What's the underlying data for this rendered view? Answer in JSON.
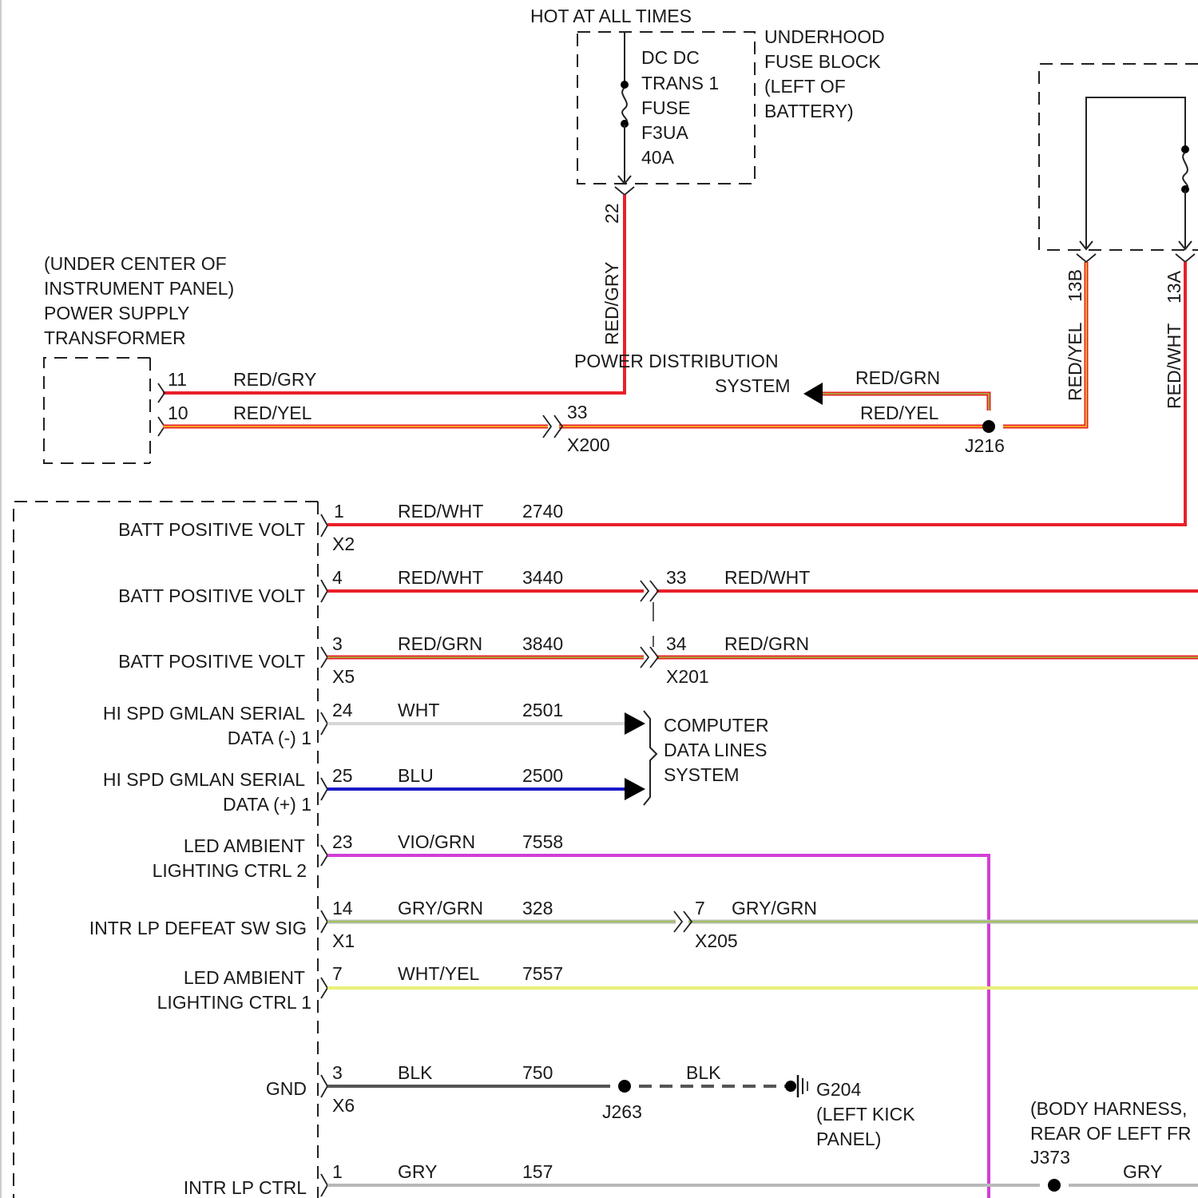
{
  "fuse_block": {
    "hot_label": "HOT AT ALL TIMES",
    "fuse_lines": [
      "DC DC",
      "TRANS 1",
      "FUSE",
      "F3UA",
      "40A"
    ],
    "location_lines": [
      "UNDERHOOD",
      "FUSE BLOCK",
      "(LEFT OF",
      "BATTERY)"
    ],
    "pin": "22",
    "wire_color": "RED/GRY"
  },
  "transformer": {
    "label_lines": [
      "(UNDER CENTER OF",
      "INSTRUMENT PANEL)",
      "POWER SUPPLY",
      "TRANSFORMER"
    ],
    "pins": [
      {
        "pin": "11",
        "color": "RED/GRY"
      },
      {
        "pin": "10",
        "color": "RED/YEL"
      }
    ]
  },
  "power_distribution": {
    "label_lines": [
      "POWER DISTRIBUTION",
      "SYSTEM"
    ],
    "wire_color": "RED/GRN"
  },
  "x200": {
    "pin": "33",
    "name": "X200",
    "right_color": "RED/YEL"
  },
  "splice_j216": "J216",
  "fuse_right": [
    {
      "pin": "13B",
      "color": "RED/YEL"
    },
    {
      "pin": "13A",
      "color": "RED/WHT"
    }
  ],
  "module": {
    "rows": [
      {
        "label_lines": [
          "BATT POSITIVE VOLT"
        ],
        "pin": "1",
        "color": "RED/WHT",
        "circuit": "2740",
        "connector": "X2",
        "far_pin": "",
        "far_color": "",
        "far_connector": ""
      },
      {
        "label_lines": [
          "BATT POSITIVE VOLT"
        ],
        "pin": "4",
        "color": "RED/WHT",
        "circuit": "3440",
        "connector": "",
        "far_pin": "33",
        "far_color": "RED/WHT",
        "far_connector": ""
      },
      {
        "label_lines": [
          "BATT POSITIVE VOLT"
        ],
        "pin": "3",
        "color": "RED/GRN",
        "circuit": "3840",
        "connector": "X5",
        "far_pin": "34",
        "far_color": "RED/GRN",
        "far_connector": "X201"
      },
      {
        "label_lines": [
          "HI SPD GMLAN SERIAL",
          "DATA (-) 1"
        ],
        "pin": "24",
        "color": "WHT",
        "circuit": "2501",
        "connector": "",
        "far_pin": "",
        "far_color": "",
        "far_connector": ""
      },
      {
        "label_lines": [
          "HI SPD GMLAN SERIAL",
          "DATA (+) 1"
        ],
        "pin": "25",
        "color": "BLU",
        "circuit": "2500",
        "connector": "",
        "far_pin": "",
        "far_color": "",
        "far_connector": ""
      },
      {
        "label_lines": [
          "LED AMBIENT",
          "LIGHTING CTRL 2"
        ],
        "pin": "23",
        "color": "VIO/GRN",
        "circuit": "7558",
        "connector": "",
        "far_pin": "",
        "far_color": "",
        "far_connector": ""
      },
      {
        "label_lines": [
          "INTR LP DEFEAT SW SIG"
        ],
        "pin": "14",
        "color": "GRY/GRN",
        "circuit": "328",
        "connector": "X1",
        "far_pin": "7",
        "far_color": "GRY/GRN",
        "far_connector": "X205"
      },
      {
        "label_lines": [
          "LED AMBIENT",
          "LIGHTING CTRL 1"
        ],
        "pin": "7",
        "color": "WHT/YEL",
        "circuit": "7557",
        "connector": "",
        "far_pin": "",
        "far_color": "",
        "far_connector": ""
      },
      {
        "label_lines": [
          "GND"
        ],
        "pin": "3",
        "color": "BLK",
        "circuit": "750",
        "connector": "X6",
        "far_pin": "",
        "far_color": "BLK",
        "far_connector": ""
      },
      {
        "label_lines": [
          "INTR LP CTRL"
        ],
        "pin": "1",
        "color": "GRY",
        "circuit": "157",
        "connector": "",
        "far_pin": "",
        "far_color": "GRY",
        "far_connector": ""
      }
    ]
  },
  "data_lines": {
    "label_lines": [
      "COMPUTER",
      "DATA LINES",
      "SYSTEM"
    ]
  },
  "ground": {
    "splice": "J263",
    "label_lines": [
      "G204",
      "(LEFT KICK",
      "PANEL)"
    ]
  },
  "body_harness": {
    "label_lines": [
      "(BODY HARNESS,",
      "REAR OF LEFT FR"
    ],
    "splice": "J373"
  },
  "colors": {
    "red": "#e8202a",
    "yellow": "#f2d21b",
    "green_stripe": "#9bc93c",
    "blue": "#1a1ac8",
    "violet": "#d13fd6",
    "gray": "#b8b8b8",
    "light_gray": "#d6d6d6",
    "white_yel": "#e9f07a",
    "black_wire": "#555555"
  }
}
